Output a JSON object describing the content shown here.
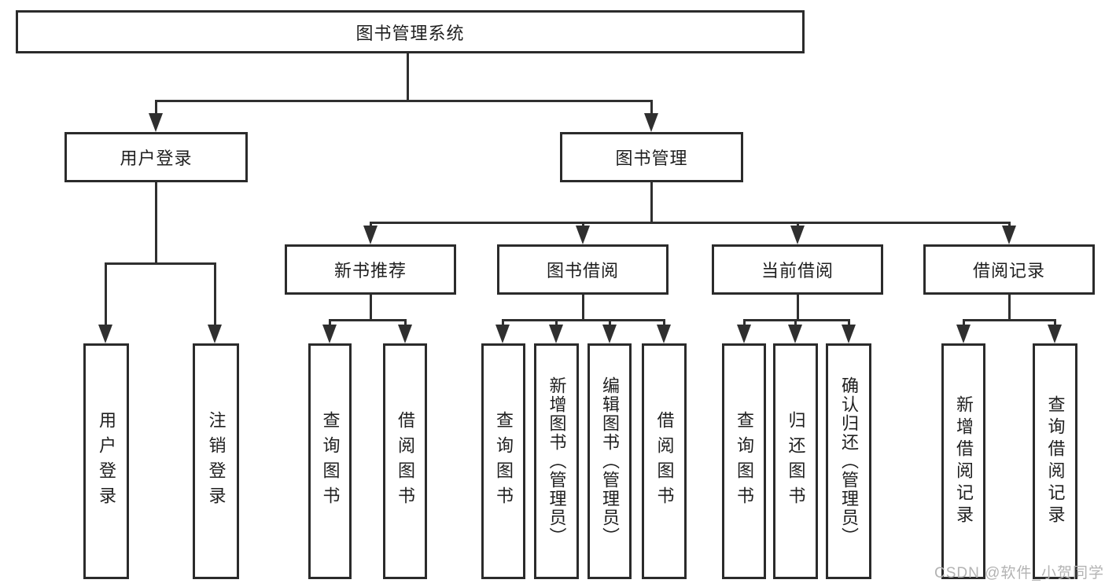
{
  "tree": {
    "root": "图书管理系统",
    "children": [
      {
        "label": "用户登录",
        "children": [
          "用户登录",
          "注销登录"
        ]
      },
      {
        "label": "图书管理",
        "children": [
          {
            "label": "新书推荐",
            "children": [
              "查询图书",
              "借阅图书"
            ]
          },
          {
            "label": "图书借阅",
            "children": [
              "查询图书",
              "新增图书（管理员）",
              "编辑图书（管理员）",
              "借阅图书"
            ]
          },
          {
            "label": "当前借阅",
            "children": [
              "查询图书",
              "归还图书",
              "确认归还（管理员）"
            ]
          },
          {
            "label": "借阅记录",
            "children": [
              "新增借阅记录",
              "查询借阅记录"
            ]
          }
        ]
      }
    ]
  },
  "watermark": {
    "text": "CSDN @软件_小贺同学"
  },
  "colors": {
    "line": "#2f2f2f",
    "border": "#2b2b2b",
    "text": "#1f1f1f",
    "watermark": "#b3b3b3",
    "background": "#ffffff"
  }
}
